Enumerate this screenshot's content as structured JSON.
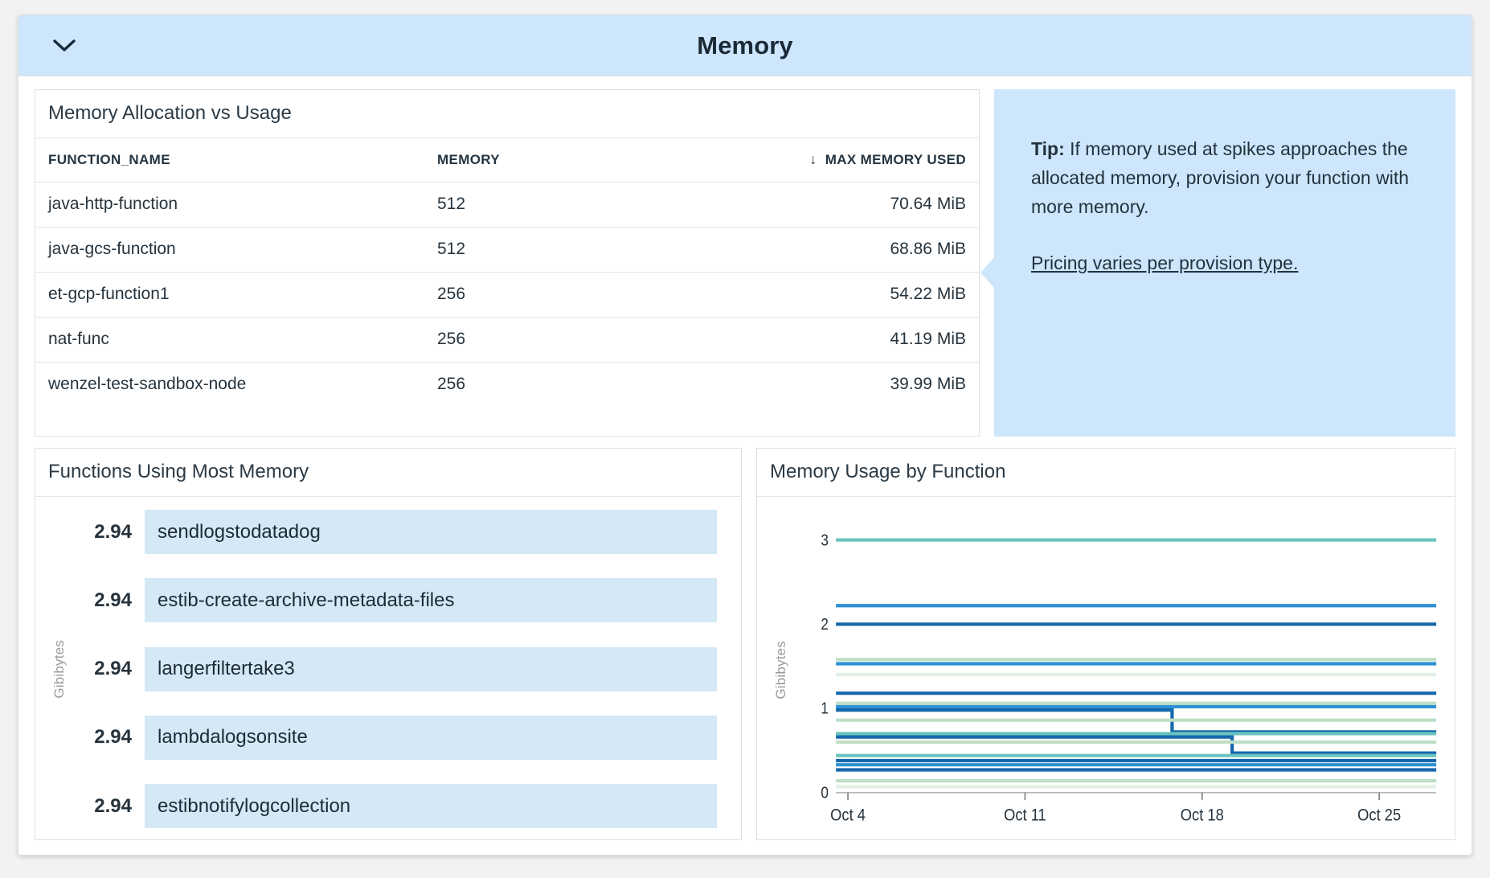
{
  "header": {
    "title": "Memory",
    "collapse_icon": "chevron-down-icon"
  },
  "table_widget": {
    "title": "Memory Allocation vs Usage",
    "columns": [
      {
        "label": "FUNCTION_NAME",
        "sorted": false
      },
      {
        "label": "MEMORY",
        "sorted": false
      },
      {
        "label": "MAX MEMORY USED",
        "sorted": true,
        "sort_icon": "↓"
      }
    ],
    "rows": [
      {
        "function_name": "java-http-function",
        "memory": "512",
        "max_memory_used": "70.64 MiB"
      },
      {
        "function_name": "java-gcs-function",
        "memory": "512",
        "max_memory_used": "68.86 MiB"
      },
      {
        "function_name": "et-gcp-function1",
        "memory": "256",
        "max_memory_used": "54.22 MiB"
      },
      {
        "function_name": "nat-func",
        "memory": "256",
        "max_memory_used": "41.19 MiB"
      },
      {
        "function_name": "wenzel-test-sandbox-node",
        "memory": "256",
        "max_memory_used": "39.99 MiB"
      }
    ]
  },
  "tip": {
    "label": "Tip:",
    "body": " If memory used at spikes approaches the allocated memory, provision your function with more memory.",
    "link": "Pricing varies per provision type.",
    "background_color": "#cde6fb"
  },
  "bar_widget": {
    "title": "Functions Using Most Memory",
    "axis_label": "Gibibytes",
    "bar_color": "#d4e8f6"
  },
  "chart_widget": {
    "title": "Memory Usage by Function",
    "axis_label": "Gibibytes"
  },
  "chart_data": {
    "type": "line",
    "title": "Memory Usage by Function",
    "xlabel": "",
    "ylabel": "Gibibytes",
    "x_tick_labels": [
      "Oct 4",
      "Oct 11",
      "Oct 18",
      "Oct 25"
    ],
    "x_tick_positions": [
      0.02,
      0.315,
      0.61,
      0.905
    ],
    "y_tick_labels": [
      "0",
      "1",
      "2",
      "3"
    ],
    "ylim": [
      0,
      3.25
    ],
    "grid": false,
    "legend": "none",
    "colors": {
      "dark_blue": "#1668ac",
      "mid_blue": "#2e91d4",
      "teal": "#69c3bd",
      "light_green": "#bedfc6",
      "pale_green": "#e3f1e4"
    },
    "series": [
      {
        "name": "series-1",
        "color": "#69c3bd",
        "value": 3.0,
        "style": "flat"
      },
      {
        "name": "series-2",
        "color": "#2e91d4",
        "value": 2.22,
        "style": "flat"
      },
      {
        "name": "series-3",
        "color": "#1668ac",
        "value": 2.0,
        "style": "flat"
      },
      {
        "name": "series-4",
        "color": "#bedfc6",
        "value": 1.58,
        "style": "flat"
      },
      {
        "name": "series-5",
        "color": "#2e91d4",
        "value": 1.53,
        "style": "flat"
      },
      {
        "name": "series-6",
        "color": "#e3f1e4",
        "value": 1.4,
        "style": "flat"
      },
      {
        "name": "series-7",
        "color": "#1668ac",
        "value": 1.18,
        "style": "flat"
      },
      {
        "name": "series-8",
        "color": "#bedfc6",
        "value": 1.06,
        "style": "flat"
      },
      {
        "name": "series-9",
        "color": "#2e91d4",
        "value": 1.02,
        "style": "flat"
      },
      {
        "name": "series-10",
        "color": "#1668ac",
        "value": 0.98,
        "style": "step-down",
        "step_x": 0.56,
        "step_to": 0.72
      },
      {
        "name": "series-11",
        "color": "#bedfc6",
        "value": 0.86,
        "style": "flat"
      },
      {
        "name": "series-12",
        "color": "#69c3bd",
        "value": 0.7,
        "style": "flat"
      },
      {
        "name": "series-13",
        "color": "#1668ac",
        "value": 0.66,
        "style": "step-down",
        "step_x": 0.66,
        "step_to": 0.47
      },
      {
        "name": "series-14",
        "color": "#bedfc6",
        "value": 0.6,
        "style": "flat"
      },
      {
        "name": "series-15",
        "color": "#69c3bd",
        "value": 0.44,
        "style": "flat"
      },
      {
        "name": "series-16",
        "color": "#1668ac",
        "value": 0.38,
        "style": "flat"
      },
      {
        "name": "series-17",
        "color": "#2e91d4",
        "value": 0.33,
        "style": "flat"
      },
      {
        "name": "series-18",
        "color": "#1668ac",
        "value": 0.27,
        "style": "flat"
      },
      {
        "name": "series-19",
        "color": "#bedfc6",
        "value": 0.14,
        "style": "flat"
      },
      {
        "name": "series-20",
        "color": "#e3f1e4",
        "value": 0.07,
        "style": "flat"
      }
    ]
  },
  "bar_chart_data": {
    "type": "bar",
    "orientation": "horizontal",
    "title": "Functions Using Most Memory",
    "ylabel": "Gibibytes",
    "categories": [
      "sendlogstodatadog",
      "estib-create-archive-metadata-files",
      "langerfiltertake3",
      "lambdalogsonsite",
      "estibnotifylogcollection"
    ],
    "values": [
      2.94,
      2.94,
      2.94,
      2.94,
      2.94
    ],
    "value_labels": [
      "2.94",
      "2.94",
      "2.94",
      "2.94",
      "2.94"
    ]
  }
}
